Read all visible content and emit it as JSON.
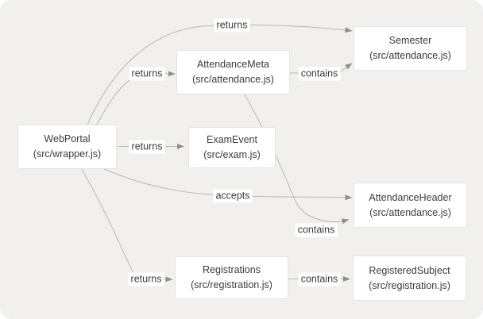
{
  "diagram": {
    "nodes": [
      {
        "id": "webportal",
        "title": "WebPortal",
        "subtitle": "(src/wrapper.js)"
      },
      {
        "id": "attendancemeta",
        "title": "AttendanceMeta",
        "subtitle": "(src/attendance.js)"
      },
      {
        "id": "semester",
        "title": "Semester",
        "subtitle": "(src/attendance.js)"
      },
      {
        "id": "examevent",
        "title": "ExamEvent",
        "subtitle": "(src/exam.js)"
      },
      {
        "id": "attendanceheader",
        "title": "AttendanceHeader",
        "subtitle": "(src/attendance.js)"
      },
      {
        "id": "registrations",
        "title": "Registrations",
        "subtitle": "(src/registration.js)"
      },
      {
        "id": "registeredsubject",
        "title": "RegisteredSubject",
        "subtitle": "(src/registration.js)"
      }
    ],
    "edges": [
      {
        "from": "webportal",
        "to": "semester",
        "label": "returns"
      },
      {
        "from": "webportal",
        "to": "attendancemeta",
        "label": "returns"
      },
      {
        "from": "webportal",
        "to": "examevent",
        "label": "returns"
      },
      {
        "from": "webportal",
        "to": "attendanceheader",
        "label": "accepts"
      },
      {
        "from": "webportal",
        "to": "registrations",
        "label": "returns"
      },
      {
        "from": "attendancemeta",
        "to": "semester",
        "label": "contains"
      },
      {
        "from": "attendancemeta",
        "to": "attendanceheader",
        "label": "contains"
      },
      {
        "from": "registrations",
        "to": "registeredsubject",
        "label": "contains"
      }
    ]
  },
  "colors": {
    "canvas_bg": "#f1f0ee",
    "node_bg": "#ffffff",
    "node_border": "#e4e3e1",
    "edge_stroke": "#b9b7b4",
    "arrow_fill": "#8e8e8e",
    "text": "#3b3b3b",
    "label_bg": "#ffffff"
  }
}
